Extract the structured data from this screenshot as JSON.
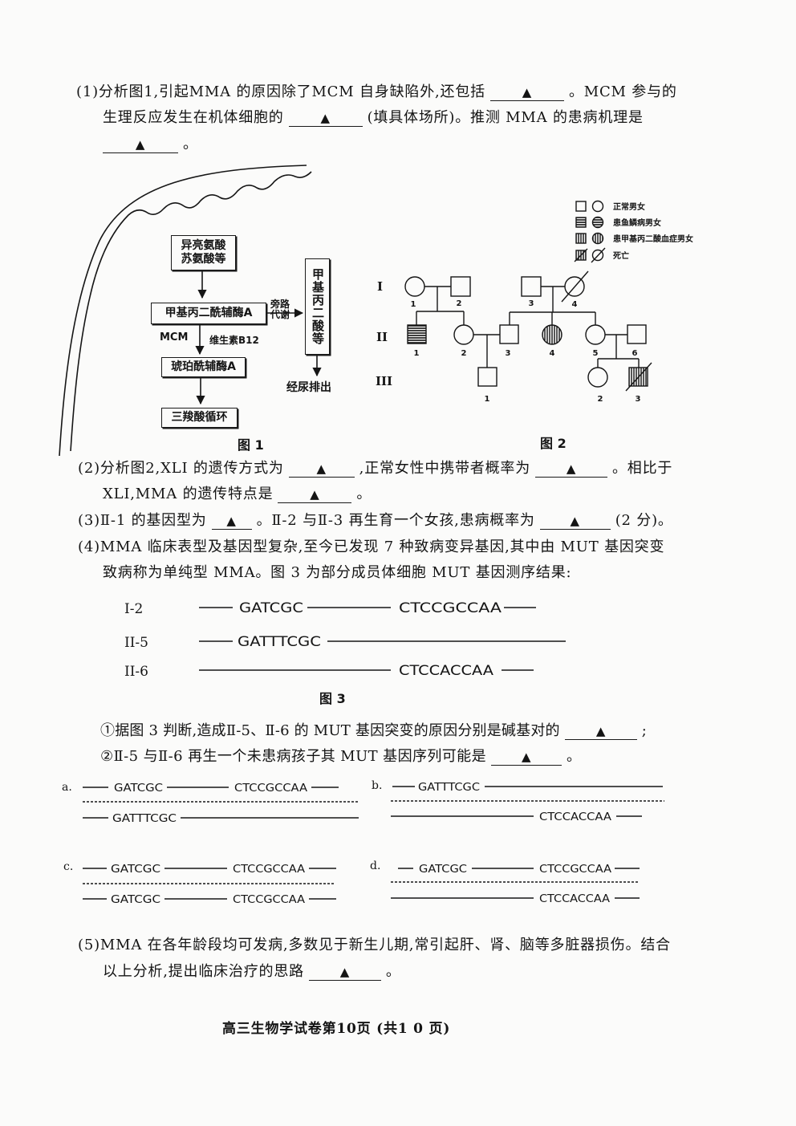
{
  "blank_mark": "▲",
  "q1": {
    "line1_a": "(1)分析图1,引起MMA 的原因除了MCM 自身缺陷外,还包括",
    "line1_b": "。MCM 参与的",
    "line2_a": "生理反应发生在机体细胞的",
    "line2_b": "(填具体场所)。推测 MMA 的患病机理是",
    "line3_b": "。"
  },
  "fig1": {
    "input_line1": "异亮氨酸",
    "input_line2": "苏氨酸等",
    "intermediate": "甲基丙二酰辅酶A",
    "enzyme": "MCM",
    "cofactor": "维生素B12",
    "product": "琥珀酰辅酶A",
    "cycle": "三羧酸循环",
    "bypass_line1": "旁路",
    "bypass_line2": "代谢",
    "byproduct": "甲基丙二酸等",
    "excretion": "经尿排出",
    "caption": "图 1"
  },
  "fig2": {
    "legend": {
      "normal": "正常男女",
      "xli": "患鱼鳞病男女",
      "mma": "患甲基丙二酸血症男女",
      "deceased": "死亡"
    },
    "generations": [
      "I",
      "II",
      "III"
    ],
    "gen1": [
      "1",
      "2",
      "3",
      "4"
    ],
    "gen2": [
      "1",
      "2",
      "3",
      "4",
      "5",
      "6"
    ],
    "gen3": [
      "1",
      "2",
      "3"
    ],
    "caption": "图 2"
  },
  "q2": {
    "line1_a": "(2)分析图2,XLI 的遗传方式为",
    "line1_b": ",正常女性中携带者概率为",
    "line1_c": "。相比于",
    "line2_a": "XLI,MMA 的遗传特点是",
    "line2_b": "。"
  },
  "q3": {
    "a": "(3)Ⅱ-1 的基因型为",
    "b": "。Ⅱ-2 与Ⅱ-3 再生育一个女孩,患病概率为",
    "c": "(2 分)。"
  },
  "q4": {
    "line1": "(4)MMA 临床表型及基因型复杂,至今已发现 7 种致病变异基因,其中由 MUT 基因突变",
    "line2": "致病称为单纯型 MMA。图 3 为部分成员体细胞 MUT 基因测序结果:",
    "sub1_a": "①据图 3 判断,造成Ⅱ-5、Ⅱ-6 的 MUT 基因突变的原因分别是碱基对的",
    "sub1_b": ";",
    "sub2_a": "②Ⅱ-5 与Ⅱ-6 再生一个未患病孩子其 MUT 基因序列可能是",
    "sub2_b": "。"
  },
  "fig3": {
    "rows": [
      {
        "label": "I-2",
        "left": "GATCGC",
        "right": "CTCCGCCAA"
      },
      {
        "label": "II-5",
        "left": "GATTTCGC"
      },
      {
        "label": "II-6",
        "right": "CTCCACCAA"
      }
    ],
    "caption": "图 3"
  },
  "options": [
    {
      "label": "a.",
      "top": {
        "left": "GATCGC",
        "right": "CTCCGCCAA"
      },
      "bottom": {
        "left": "GATTTCGC"
      }
    },
    {
      "label": "b.",
      "top": {
        "left": "GATTTCGC"
      },
      "bottom": {
        "right": "CTCCACCAA"
      }
    },
    {
      "label": "c.",
      "top": {
        "left": "GATCGC",
        "right": "CTCCGCCAA"
      },
      "bottom": {
        "left": "GATCGC",
        "right": "CTCCGCCAA"
      }
    },
    {
      "label": "d.",
      "top": {
        "left": "GATCGC",
        "right": "CTCCGCCAA"
      },
      "bottom": {
        "right": "CTCCACCAA"
      }
    }
  ],
  "q5": {
    "line1": "(5)MMA 在各年龄段均可发病,多数见于新生儿期,常引起肝、肾、脑等多脏器损伤。结合",
    "line2_a": "以上分析,提出临床治疗的思路",
    "line2_b": "。"
  },
  "footer": "高三生物学试卷第10页 (共1 0 页)"
}
